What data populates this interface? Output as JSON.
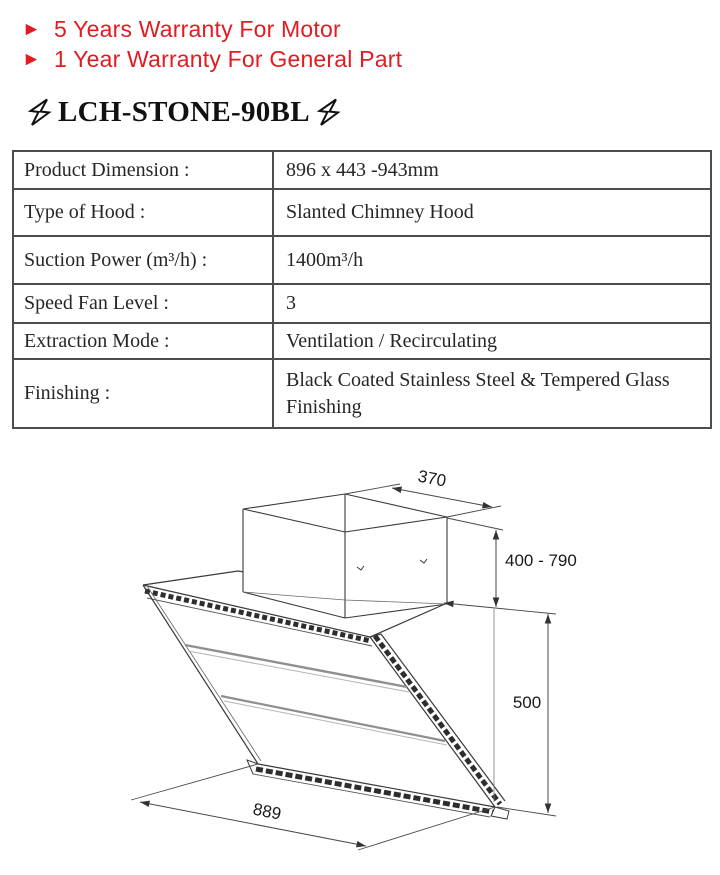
{
  "warranty": {
    "color": "#e21b22",
    "items": [
      {
        "bullet": "►",
        "text": "5 Years Warranty For Motor"
      },
      {
        "bullet": "►",
        "text": "1 Year Warranty For General Part"
      }
    ]
  },
  "model": {
    "name": "LCH-STONE-90BL",
    "icon": "lightning-bolt"
  },
  "spec_table": {
    "rows": [
      {
        "label": "Product Dimension :",
        "value": "896 x 443 -943mm"
      },
      {
        "label": "Type of Hood :",
        "value": "Slanted Chimney Hood"
      },
      {
        "label": "Suction Power (m³/h) :",
        "value": "1400m³/h"
      },
      {
        "label": "Speed Fan Level :",
        "value": "3"
      },
      {
        "label": "Extraction Mode :",
        "value": "Ventilation / Recirculating"
      },
      {
        "label": "Finishing  :",
        "value": "Black Coated Stainless Steel & Tempered Glass Finishing"
      }
    ]
  },
  "diagram": {
    "description": "Isometric wireframe technical drawing of slanted chimney hood with dimension callouts in mm",
    "dims": {
      "duct_depth": "370",
      "chimney_height": "400 - 790",
      "body_height": "500",
      "body_width": "889"
    }
  }
}
